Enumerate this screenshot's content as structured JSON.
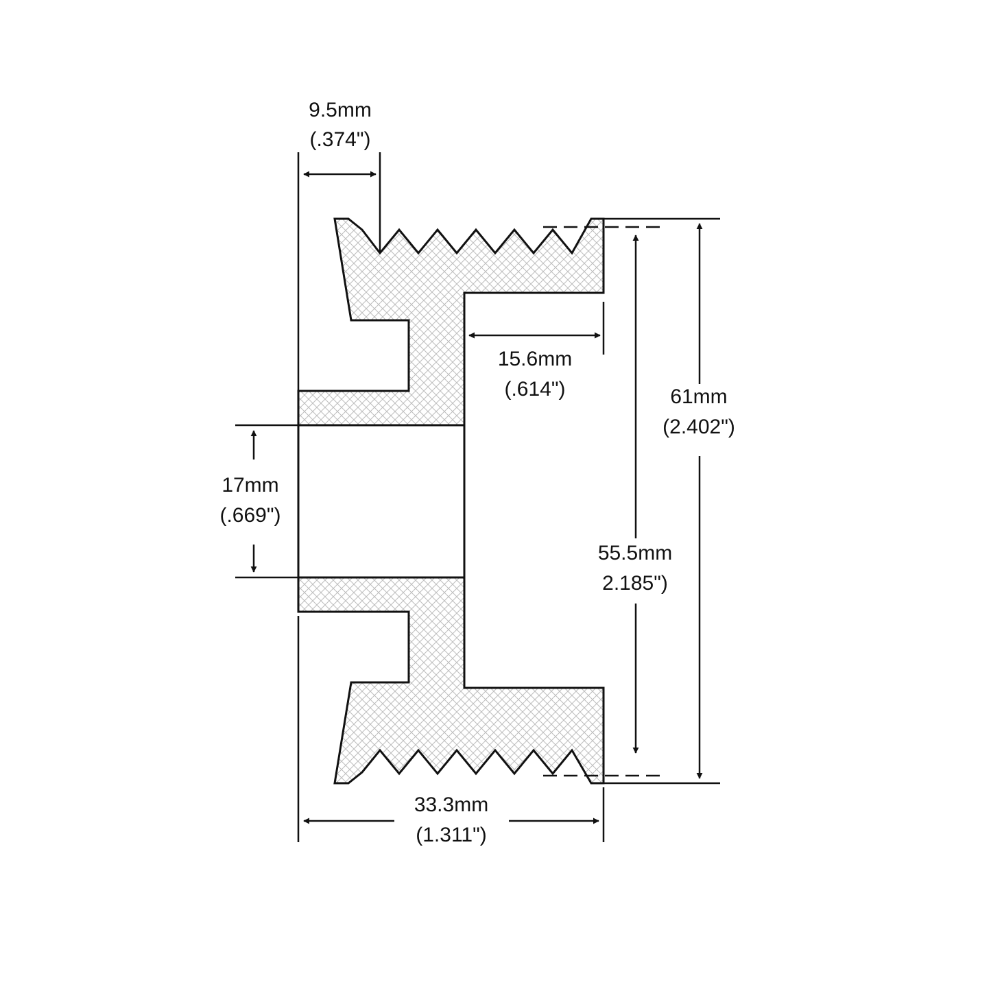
{
  "dimensions": {
    "groove_offset": {
      "metric": "9.5mm",
      "imperial": "(.374\")"
    },
    "hub_depth": {
      "metric": "15.6mm",
      "imperial": "(.614\")"
    },
    "outer_diameter": {
      "metric": "61mm",
      "imperial": "(2.402\")"
    },
    "bore_diameter": {
      "metric": "17mm",
      "imperial": "(.669\")"
    },
    "groove_diameter": {
      "metric": "55.5mm",
      "imperial": "2.185\")"
    },
    "overall_width": {
      "metric": "33.3mm",
      "imperial": "(1.311\")"
    }
  },
  "colors": {
    "line": "#111111",
    "hatch": "#bdbdbd",
    "background": "#ffffff"
  }
}
